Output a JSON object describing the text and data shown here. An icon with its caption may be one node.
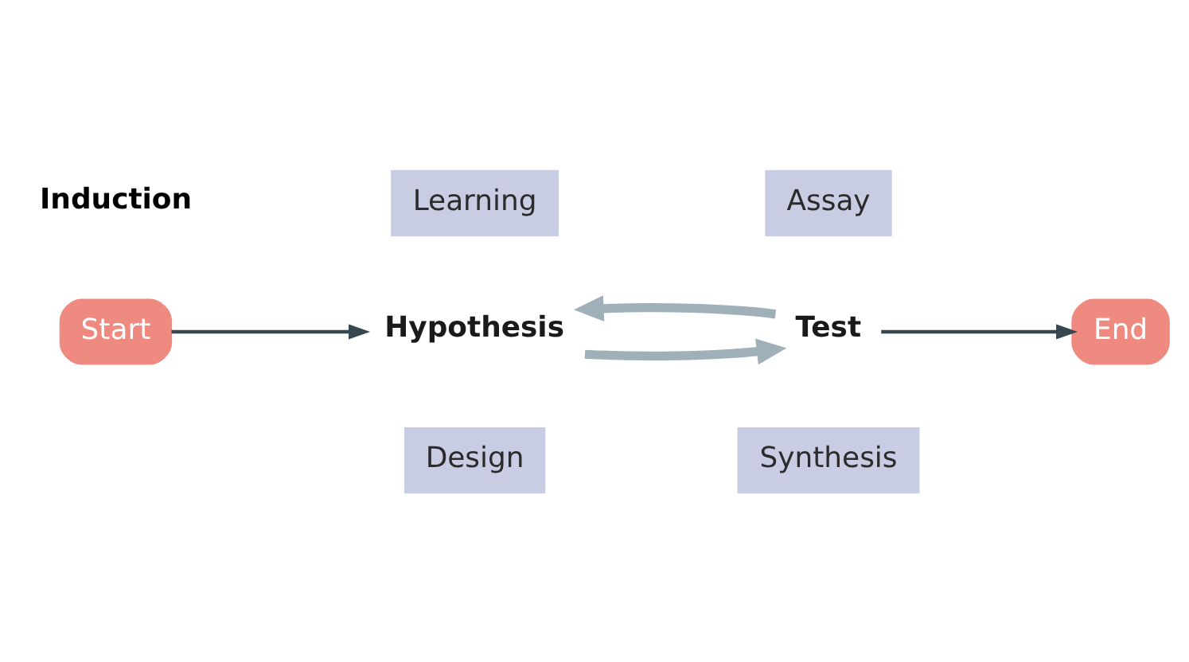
{
  "diagram": {
    "nodes": [
      {
        "text": [
          "Design"
        ]
      },
      {
        "text": [
          "Synthesis"
        ]
      },
      {
        "text": [
          "Start"
        ]
      },
      {
        "text": [
          "Hypothesis"
        ]
      },
      {
        "text": [
          "Test"
        ]
      },
      {
        "text": [
          "End"
        ]
      },
      {
        "text": [
          "Learning"
        ]
      },
      {
        "text": [
          "Assay"
        ]
      }
    ],
    "edges": [
      {
        "from": 2,
        "to": 3,
        "arrow": "to"
      },
      {
        "from": 3,
        "to": 4,
        "arrow": "to",
        "color": "#9fb0b8",
        "style": "thick"
      },
      {
        "from": 4,
        "to": 5,
        "arrow": "to"
      },
      {
        "from": 4,
        "to": 3,
        "arrow": "to",
        "color": "#9fb0b8",
        "style": "thick"
      }
    ],
    "labels": [
      "Induction"
    ]
  }
}
